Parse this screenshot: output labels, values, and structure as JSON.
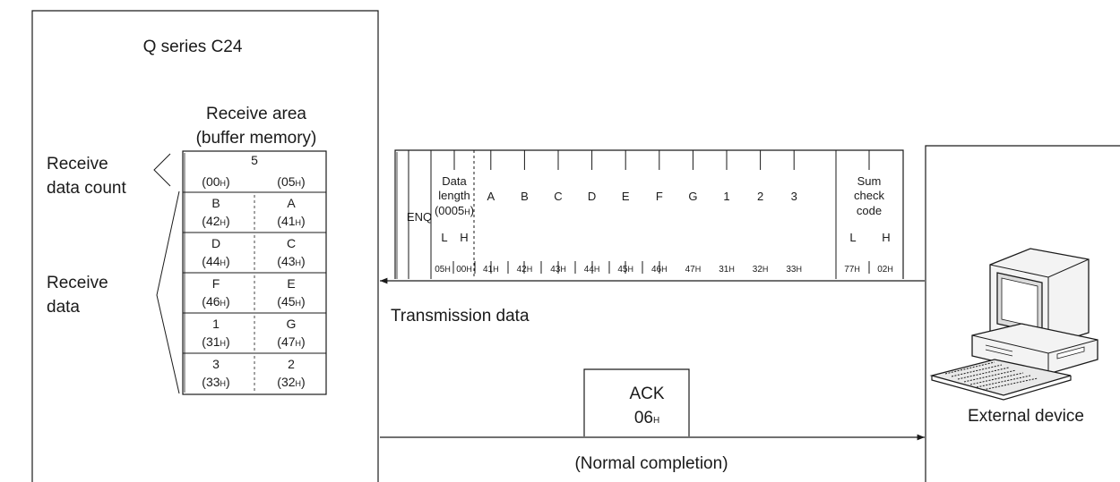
{
  "plc": {
    "title": "Q series C24",
    "area_label": [
      "Receive area",
      "(buffer memory)"
    ],
    "count_label": [
      "Receive",
      "data count"
    ],
    "data_label": [
      "Receive",
      "data"
    ]
  },
  "buffer": {
    "count_value": "5",
    "count_codes": [
      "00",
      "05"
    ],
    "rows": [
      {
        "left": "B",
        "left_code": "42",
        "right": "A",
        "right_code": "41"
      },
      {
        "left": "D",
        "left_code": "44",
        "right": "C",
        "right_code": "43"
      },
      {
        "left": "F",
        "left_code": "46",
        "right": "E",
        "right_code": "45"
      },
      {
        "left": "1",
        "left_code": "31",
        "right": "G",
        "right_code": "47"
      },
      {
        "left": "3",
        "left_code": "33",
        "right": "2",
        "right_code": "32"
      }
    ]
  },
  "hex_suffix": "H",
  "frame": {
    "enq": "ENQ",
    "data_length": [
      "Data",
      "length",
      "(0005",
      ")"
    ],
    "length_lh": [
      "L",
      "H"
    ],
    "length_codes": [
      "05",
      "00"
    ],
    "data_chars": [
      "A",
      "B",
      "C",
      "D",
      "E",
      "F",
      "G",
      "1",
      "2",
      "3"
    ],
    "data_codes": [
      "41",
      "42",
      "43",
      "44",
      "45",
      "46",
      "47",
      "31",
      "32",
      "33"
    ],
    "sum_check": [
      "Sum",
      "check",
      "code"
    ],
    "sum_lh": [
      "L",
      "H"
    ],
    "sum_codes": [
      "77",
      "02"
    ]
  },
  "transmission_label": "Transmission data",
  "ack": {
    "label": "ACK",
    "code": "06"
  },
  "completion_label": "(Normal completion)",
  "device_label": "External device"
}
